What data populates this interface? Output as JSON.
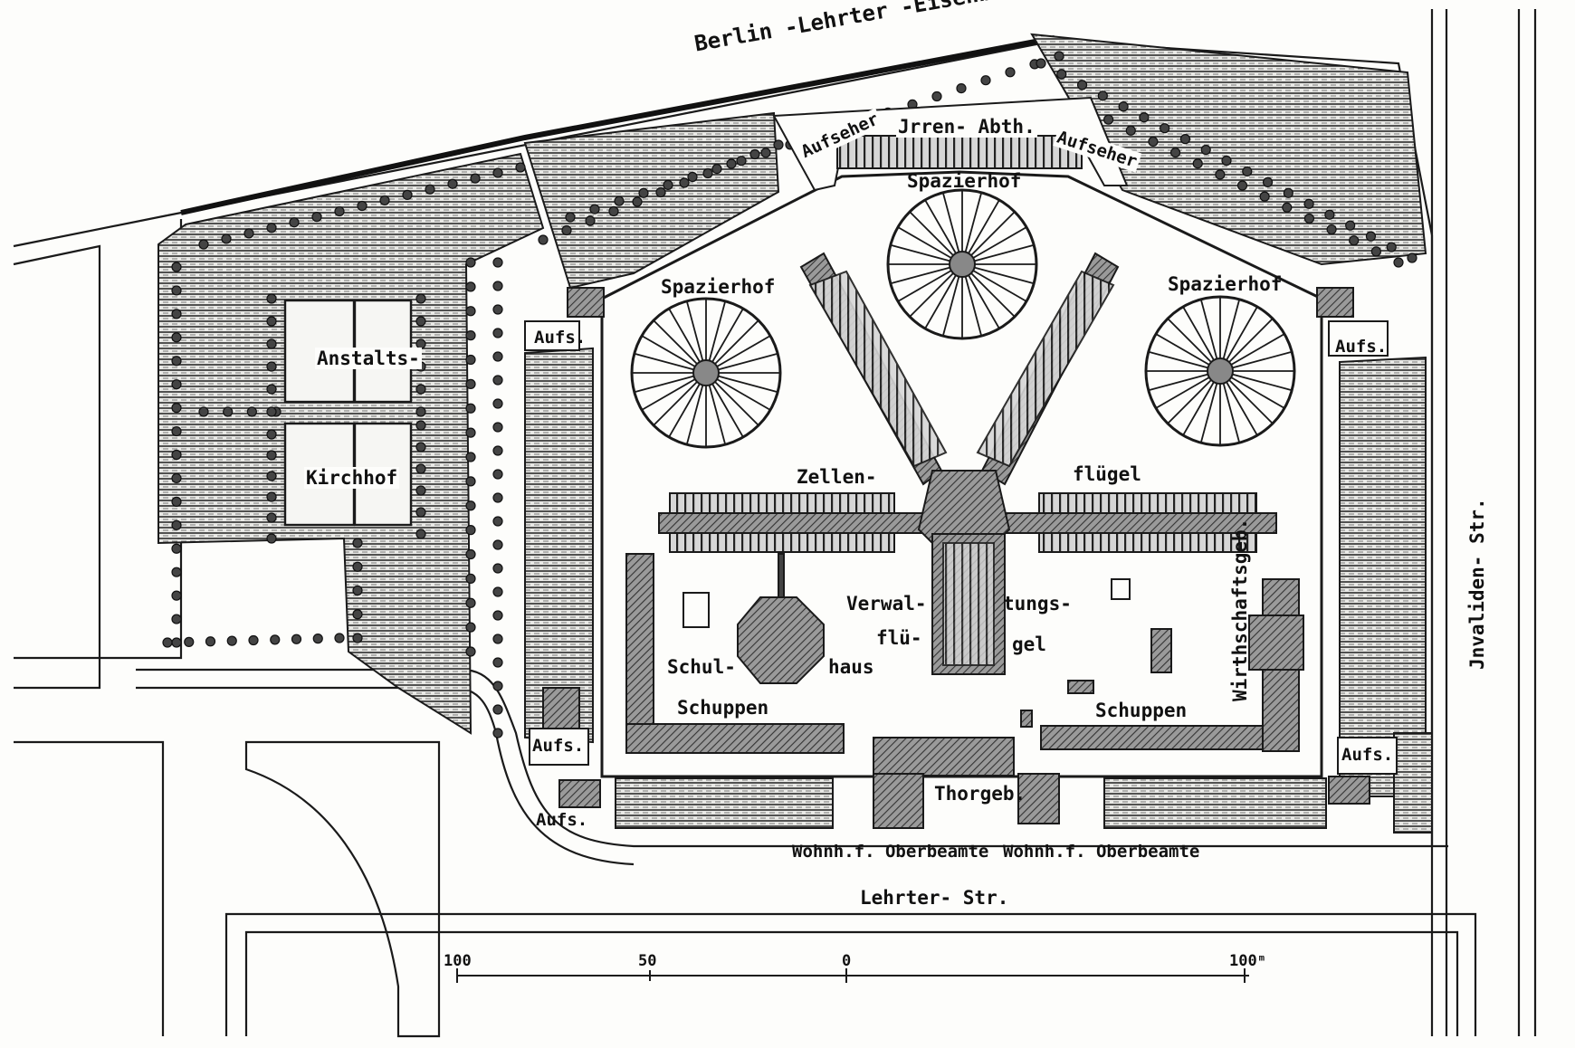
{
  "labels": {
    "railway": "Berlin -Lehrter -Eisenbahn",
    "lehrter_str": "Lehrter- Str.",
    "invaliden_str": "Jnvaliden- Str.",
    "anstalts": "Anstalts-",
    "kirchhof": "Kirchhof",
    "irren_abth": "Jrren- Abth.",
    "aufseher_left": "Aufseher",
    "aufseher_right": "Aufseher",
    "spazierhof_top": "Spazierhof",
    "spazierhof_left": "Spazierhof",
    "spazierhof_right": "Spazierhof",
    "zellen": "Zellen-",
    "fluegel": "flügel",
    "verwal": "Verwal-",
    "tungs": "tungs-",
    "fluegel2": "flü-",
    "gel": "gel",
    "schul": "Schul-",
    "haus": "haus",
    "schuppen_left": "Schuppen",
    "schuppen_right": "Schuppen",
    "wirthschaftsgeb": "Wirthschaftsgeb.",
    "aufs_1": "Aufs.",
    "aufs_2": "Aufs.",
    "aufs_3": "Aufs.",
    "aufs_4": "Aufs.",
    "aufs_5": "Aufs.",
    "thorgeb": "Thorgeb.",
    "wohnh_left": "Wohnh.f. Oberbeamte",
    "wohnh_right": "Wohnh.f. Oberbeamte"
  },
  "scale_bar": {
    "ticks": [
      "100",
      "50",
      "0",
      "100ᵐ"
    ]
  },
  "colors": {
    "ink": "#1a1a1a",
    "paper": "#fdfdfb",
    "hatch": "#3a3a3a",
    "building": "#6b6b6b"
  }
}
